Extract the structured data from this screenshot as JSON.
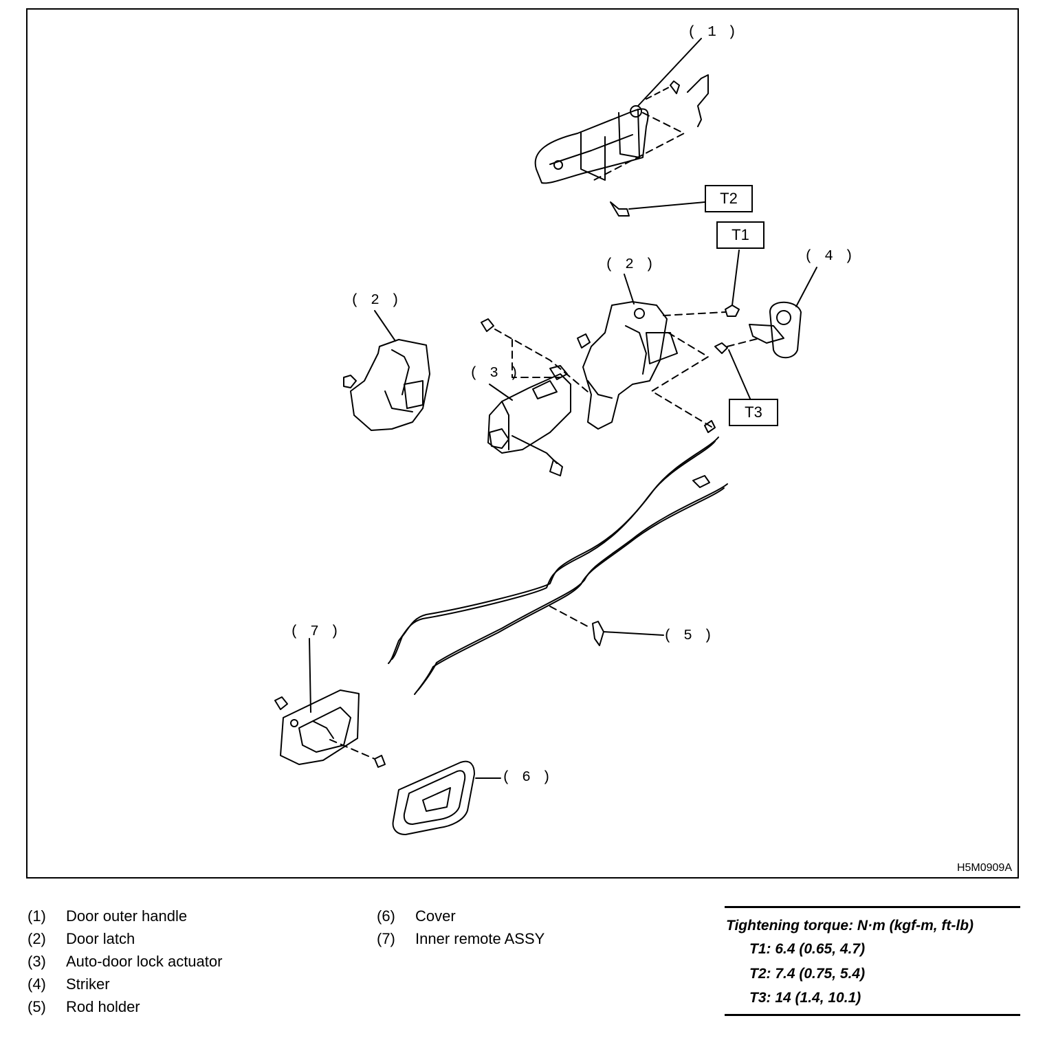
{
  "diagram": {
    "callouts": {
      "c1": "( 1 )",
      "c2a": "( 2 )",
      "c2b": "( 2 )",
      "c3": "( 3 )",
      "c4": "( 4 )",
      "c5": "( 5 )",
      "c6": "( 6 )",
      "c7": "( 7 )"
    },
    "torque_boxes": {
      "t1": "T1",
      "t2": "T2",
      "t3": "T3"
    },
    "figure_id": "H5M0909A"
  },
  "legend": {
    "left": [
      {
        "num": "(1)",
        "label": "Door outer handle"
      },
      {
        "num": "(2)",
        "label": "Door latch"
      },
      {
        "num": "(3)",
        "label": "Auto-door lock actuator"
      },
      {
        "num": "(4)",
        "label": "Striker"
      },
      {
        "num": "(5)",
        "label": "Rod holder"
      }
    ],
    "right": [
      {
        "num": "(6)",
        "label": "Cover"
      },
      {
        "num": "(7)",
        "label": "Inner remote ASSY"
      }
    ]
  },
  "torque_spec": {
    "title": "Tightening torque: N·m (kgf-m, ft-lb)",
    "rows": [
      "T1: 6.4 (0.65, 4.7)",
      "T2: 7.4 (0.75, 5.4)",
      "T3: 14 (1.4, 10.1)"
    ]
  }
}
